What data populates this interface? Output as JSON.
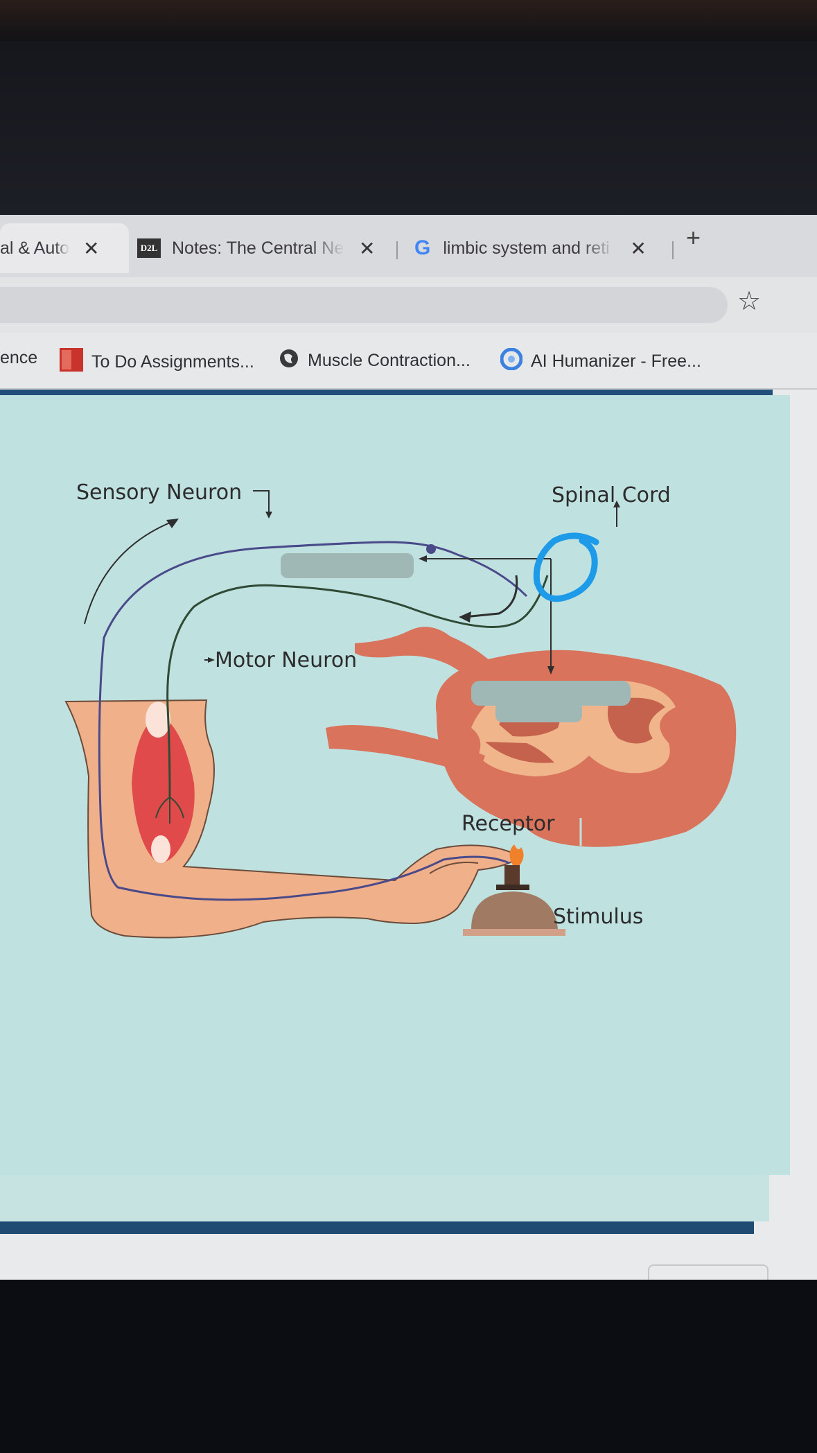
{
  "tabs": [
    {
      "title": "al & Auto",
      "close": "✕",
      "favicon": "none",
      "active": true
    },
    {
      "title": "Notes: The Central Ne",
      "close": "✕",
      "favicon": "d2l-icon",
      "favicon_text": "D2L",
      "active": false
    },
    {
      "title": "limbic system and reti",
      "close": "✕",
      "favicon": "google-icon",
      "favicon_text": "G",
      "active": false
    }
  ],
  "new_tab": "+",
  "toolbar": {
    "bookmark_star": "☆"
  },
  "bookmarks": [
    {
      "label": "ence",
      "icon": "none"
    },
    {
      "label": "To Do Assignments...",
      "icon": "mcgraw-hill-icon"
    },
    {
      "label": "Muscle Contraction...",
      "icon": "globe-icon"
    },
    {
      "label": "AI Humanizer - Free...",
      "icon": "ai-humanizer-icon"
    }
  ],
  "diagram": {
    "labels": {
      "sensory_neuron": "Sensory Neuron",
      "spinal_cord": "Spinal Cord",
      "motor_neuron": "Motor Neuron",
      "receptor": "Receptor",
      "stimulus": "Stimulus"
    },
    "colors": {
      "background": "#bfe1df",
      "tissue": "#d9735c",
      "grey_matter": "#f0b58a",
      "skin": "#f0b08a",
      "sensory_path": "#4a4a8a",
      "motor_path": "#2f4a35",
      "annotation": "#1e9be8",
      "redaction": "#9fb8b6"
    }
  }
}
